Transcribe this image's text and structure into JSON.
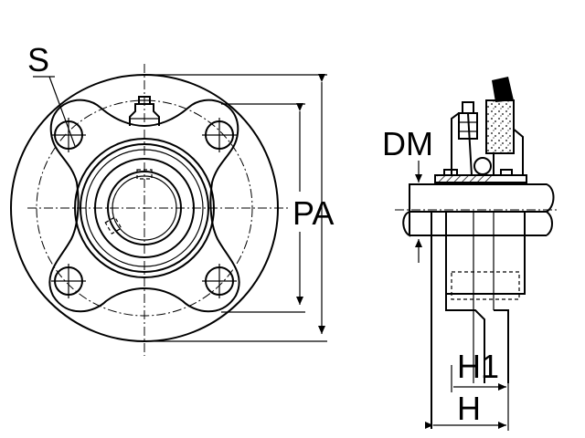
{
  "labels": {
    "s": "S",
    "pa": "PA",
    "dm": "DM",
    "h1": "H1",
    "h": "H"
  },
  "colors": {
    "ink": "#000000",
    "background": "#ffffff"
  }
}
